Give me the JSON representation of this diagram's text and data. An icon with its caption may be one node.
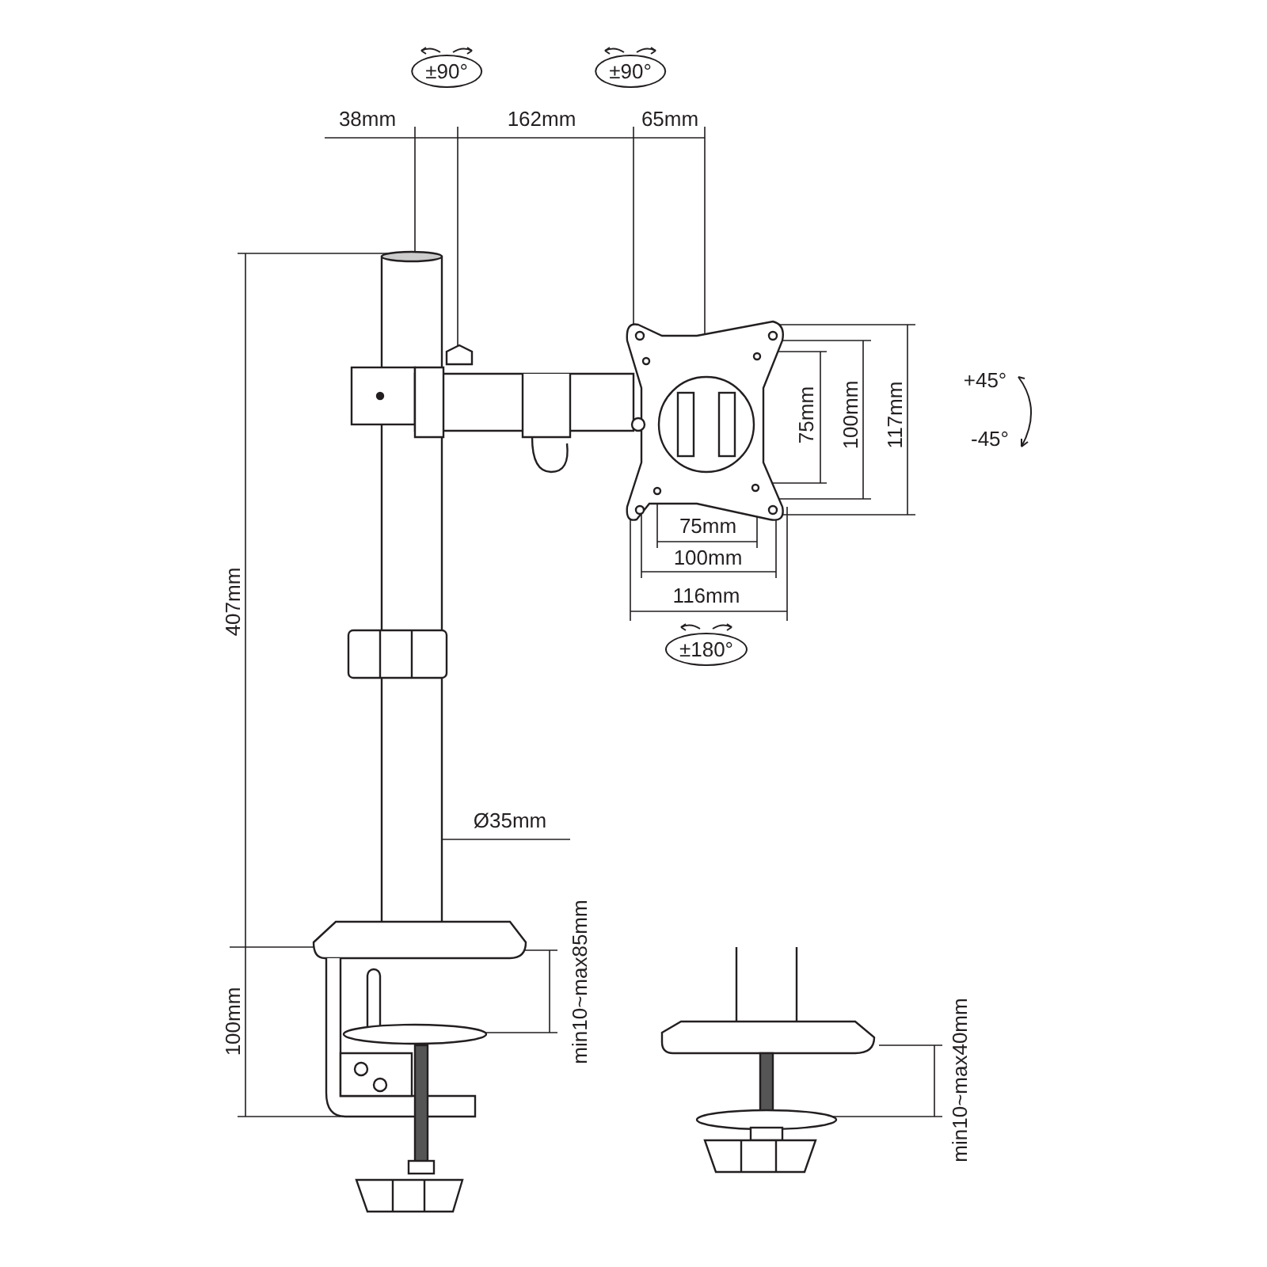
{
  "diagram": {
    "labels": [
      "±90°",
      "±90°",
      "38mm",
      "162mm",
      "65mm",
      "+45°",
      "75mm",
      "100mm",
      "117mm",
      "-45°",
      "75mm",
      "100mm",
      "116mm",
      "±180°",
      "407mm",
      "Ø35mm",
      "min10~max85mm",
      "100mm",
      "min10~max40mm"
    ]
  }
}
